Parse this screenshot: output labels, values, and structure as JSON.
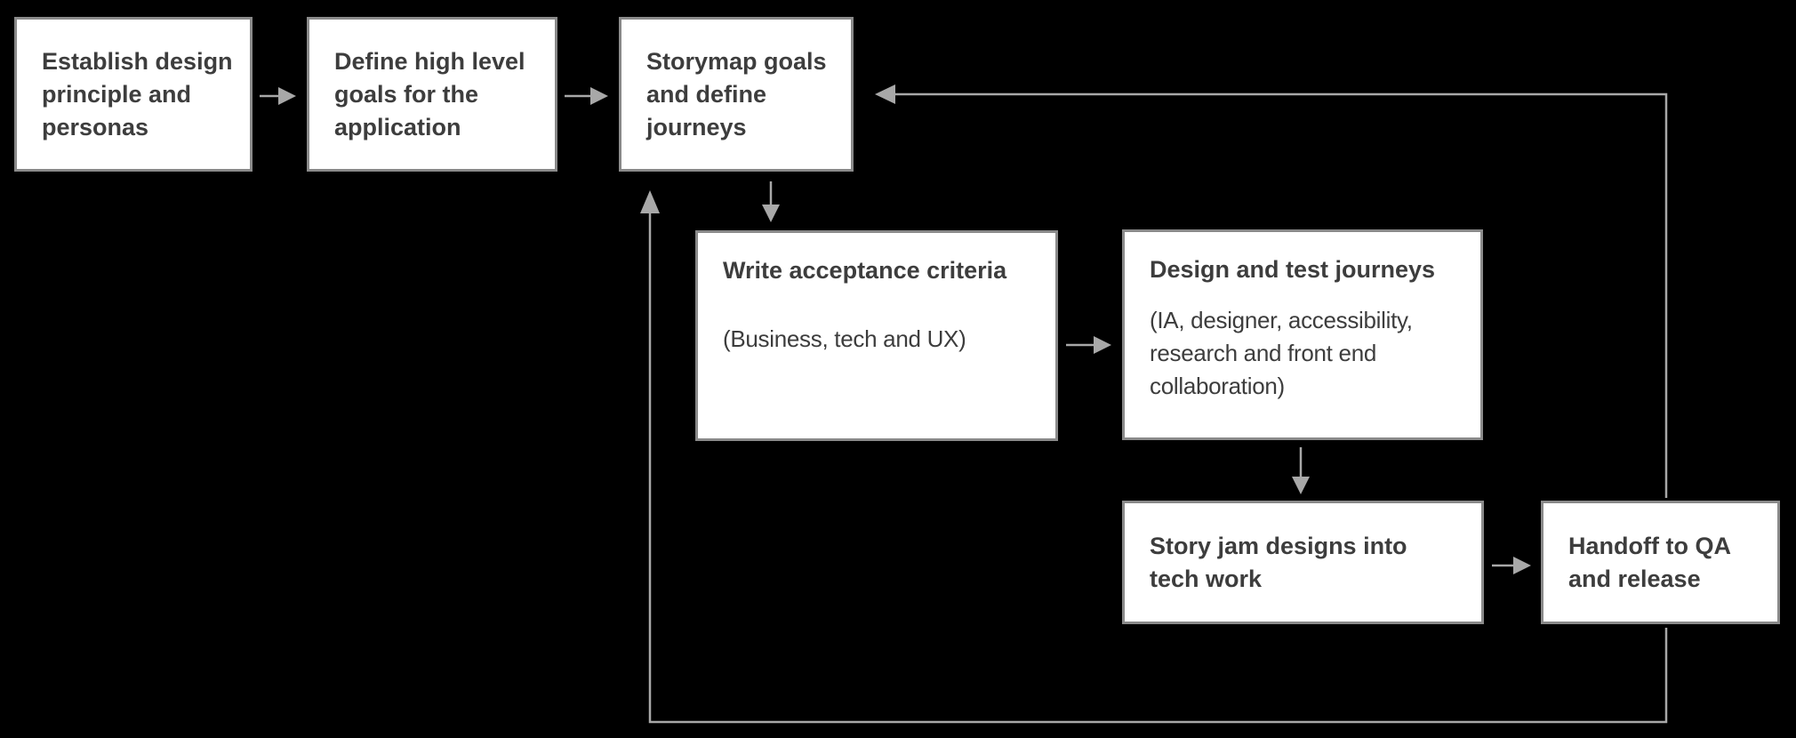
{
  "background_color": "#000000",
  "colors": {
    "node_fill": "#ffffff",
    "node_border": "#8a8a8a",
    "node_text": "#3d3d3d",
    "arrow": "#a8a8a8"
  },
  "flowchart": {
    "nodes": {
      "establish": {
        "label": "Establish design\nprinciple and\npersonas"
      },
      "define_goals": {
        "label": "Define high level\ngoals for the\napplication"
      },
      "storymap": {
        "label": "Storymap goals\nand define\njourneys"
      },
      "acceptance": {
        "title": "Write acceptance criteria",
        "subtitle": "(Business, tech and UX)"
      },
      "design_test": {
        "title": "Design and test journeys",
        "subtitle": "(IA, designer, accessibility,\nresearch and front end\ncollaboration)"
      },
      "story_jam": {
        "label": "Story jam designs into\ntech work"
      },
      "handoff": {
        "label": "Handoff to QA\nand release"
      }
    },
    "edges": [
      {
        "from": "establish",
        "to": "define_goals",
        "type": "forward"
      },
      {
        "from": "define_goals",
        "to": "storymap",
        "type": "forward"
      },
      {
        "from": "storymap",
        "to": "acceptance",
        "type": "forward"
      },
      {
        "from": "acceptance",
        "to": "design_test",
        "type": "forward"
      },
      {
        "from": "design_test",
        "to": "story_jam",
        "type": "forward"
      },
      {
        "from": "story_jam",
        "to": "handoff",
        "type": "forward"
      },
      {
        "from": "handoff",
        "to": "storymap",
        "type": "feedback-top"
      },
      {
        "from": "handoff",
        "to": "storymap",
        "type": "feedback-bottom"
      }
    ]
  }
}
